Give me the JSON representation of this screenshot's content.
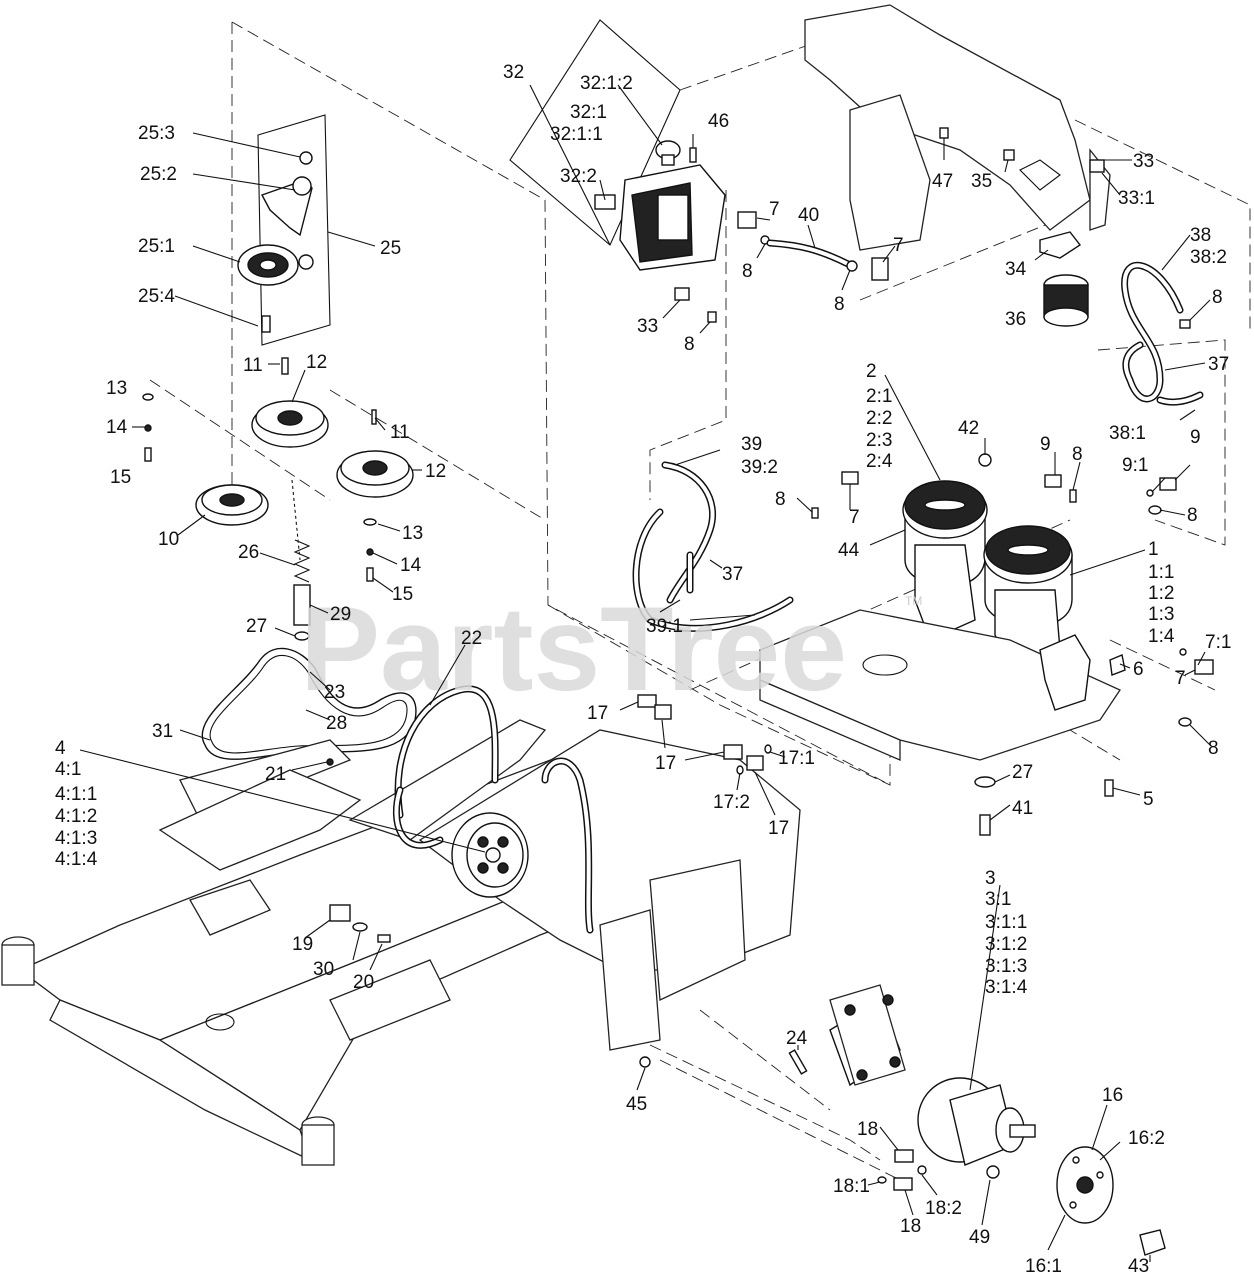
{
  "watermark": {
    "text": "PartsTree",
    "trademark": "TM"
  },
  "callouts": {
    "c25_3": "25:3",
    "c25_2": "25:2",
    "c25_1": "25:1",
    "c25_4": "25:4",
    "c25": "25",
    "c11a": "11",
    "c12a": "12",
    "c13a": "13",
    "c14a": "14",
    "c15a": "15",
    "c10": "10",
    "c11b": "11",
    "c12b": "12",
    "c13b": "13",
    "c14b": "14",
    "c15b": "15",
    "c26": "26",
    "c29": "29",
    "c27a": "27",
    "c23": "23",
    "c28": "28",
    "c31": "31",
    "c21": "21",
    "c22": "22",
    "c4": "4",
    "c4_1": "4:1",
    "c4_1_1": "4:1:1",
    "c4_1_2": "4:1:2",
    "c4_1_3": "4:1:3",
    "c4_1_4": "4:1:4",
    "c19": "19",
    "c30": "30",
    "c20": "20",
    "c32": "32",
    "c32_1_2": "32:1:2",
    "c32_1": "32:1",
    "c32_1_1": "32:1:1",
    "c32_2": "32:2",
    "c46": "46",
    "c33a": "33",
    "c8a": "8",
    "c7a": "7",
    "c40": "40",
    "c7b": "7",
    "c8b": "8",
    "c8c": "8",
    "c47": "47",
    "c35": "35",
    "c33b": "33",
    "c33_1": "33:1",
    "c34": "34",
    "c36": "36",
    "c38": "38",
    "c38_2": "38:2",
    "c8d": "8",
    "c37a": "37",
    "c38_1": "38:1",
    "c2": "2",
    "c2_1": "2:1",
    "c2_2": "2:2",
    "c2_3": "2:3",
    "c2_4": "2:4",
    "c42": "42",
    "c9a": "9",
    "c8e": "8",
    "c9_1": "9:1",
    "c9b": "9",
    "c8f": "8",
    "c39": "39",
    "c39_2": "39:2",
    "c8g": "8",
    "c7c": "7",
    "c44": "44",
    "c37b": "37",
    "c39_1": "39:1",
    "c1": "1",
    "c1_1": "1:1",
    "c1_2": "1:2",
    "c1_3": "1:3",
    "c1_4": "1:4",
    "c7_1": "7:1",
    "c7d": "7",
    "c6": "6",
    "c8h": "8",
    "c17a": "17",
    "c17b": "17",
    "c17_2": "17:2",
    "c17c": "17",
    "c17_1": "17:1",
    "c27b": "27",
    "c5": "5",
    "c41": "41",
    "c3": "3",
    "c3_1": "3:1",
    "c3_1_1": "3:1:1",
    "c3_1_2": "3:1:2",
    "c3_1_3": "3:1:3",
    "c3_1_4": "3:1:4",
    "c24": "24",
    "c45": "45",
    "c16": "16",
    "c16_2": "16:2",
    "c18a": "18",
    "c18_1": "18:1",
    "c18b": "18",
    "c18_2": "18:2",
    "c49": "49",
    "c16_1": "16:1",
    "c43": "43"
  }
}
